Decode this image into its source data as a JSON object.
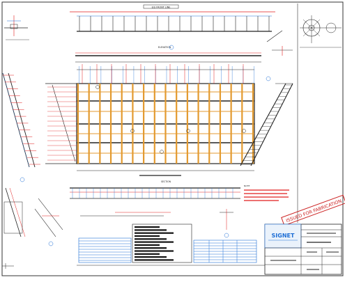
{
  "drawing": {
    "top_band_label": "E/S FRONT LINE",
    "elevation_caption": "ELEVATION",
    "section_caption": "SECTION",
    "note_heading": "NOTE",
    "stamp_text": "ISSUED FOR FABRICATION",
    "company_name": "SIGNET",
    "colors": {
      "line": "#222222",
      "red": "#e01c1c",
      "blue": "#1f6fd6",
      "orange": "#e39a2f",
      "stamp_red": "#cc2222"
    }
  }
}
